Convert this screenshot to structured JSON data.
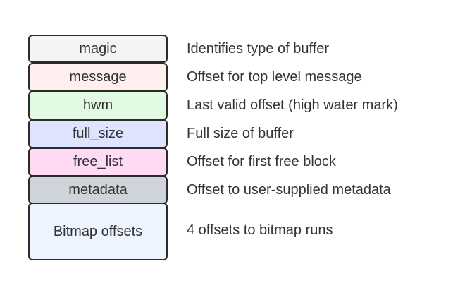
{
  "fields": [
    {
      "label": "magic",
      "description": "Identifies type of buffer",
      "color": "#f3f4f6"
    },
    {
      "label": "message",
      "description": "Offset for top level message",
      "color": "#fff0ef"
    },
    {
      "label": "hwm",
      "description": "Last valid offset (high water mark)",
      "color": "#e1fbe3"
    },
    {
      "label": "full_size",
      "description": "Full size of buffer",
      "color": "#e0e3fe"
    },
    {
      "label": "free_list",
      "description": "Offset for first free block",
      "color": "#fedaf4"
    },
    {
      "label": "metadata",
      "description": "Offset to user-supplied metadata",
      "color": "#ced4da"
    },
    {
      "label": "Bitmap offsets",
      "description": "4 offsets to bitmap runs",
      "color": "#edf4ff"
    }
  ]
}
